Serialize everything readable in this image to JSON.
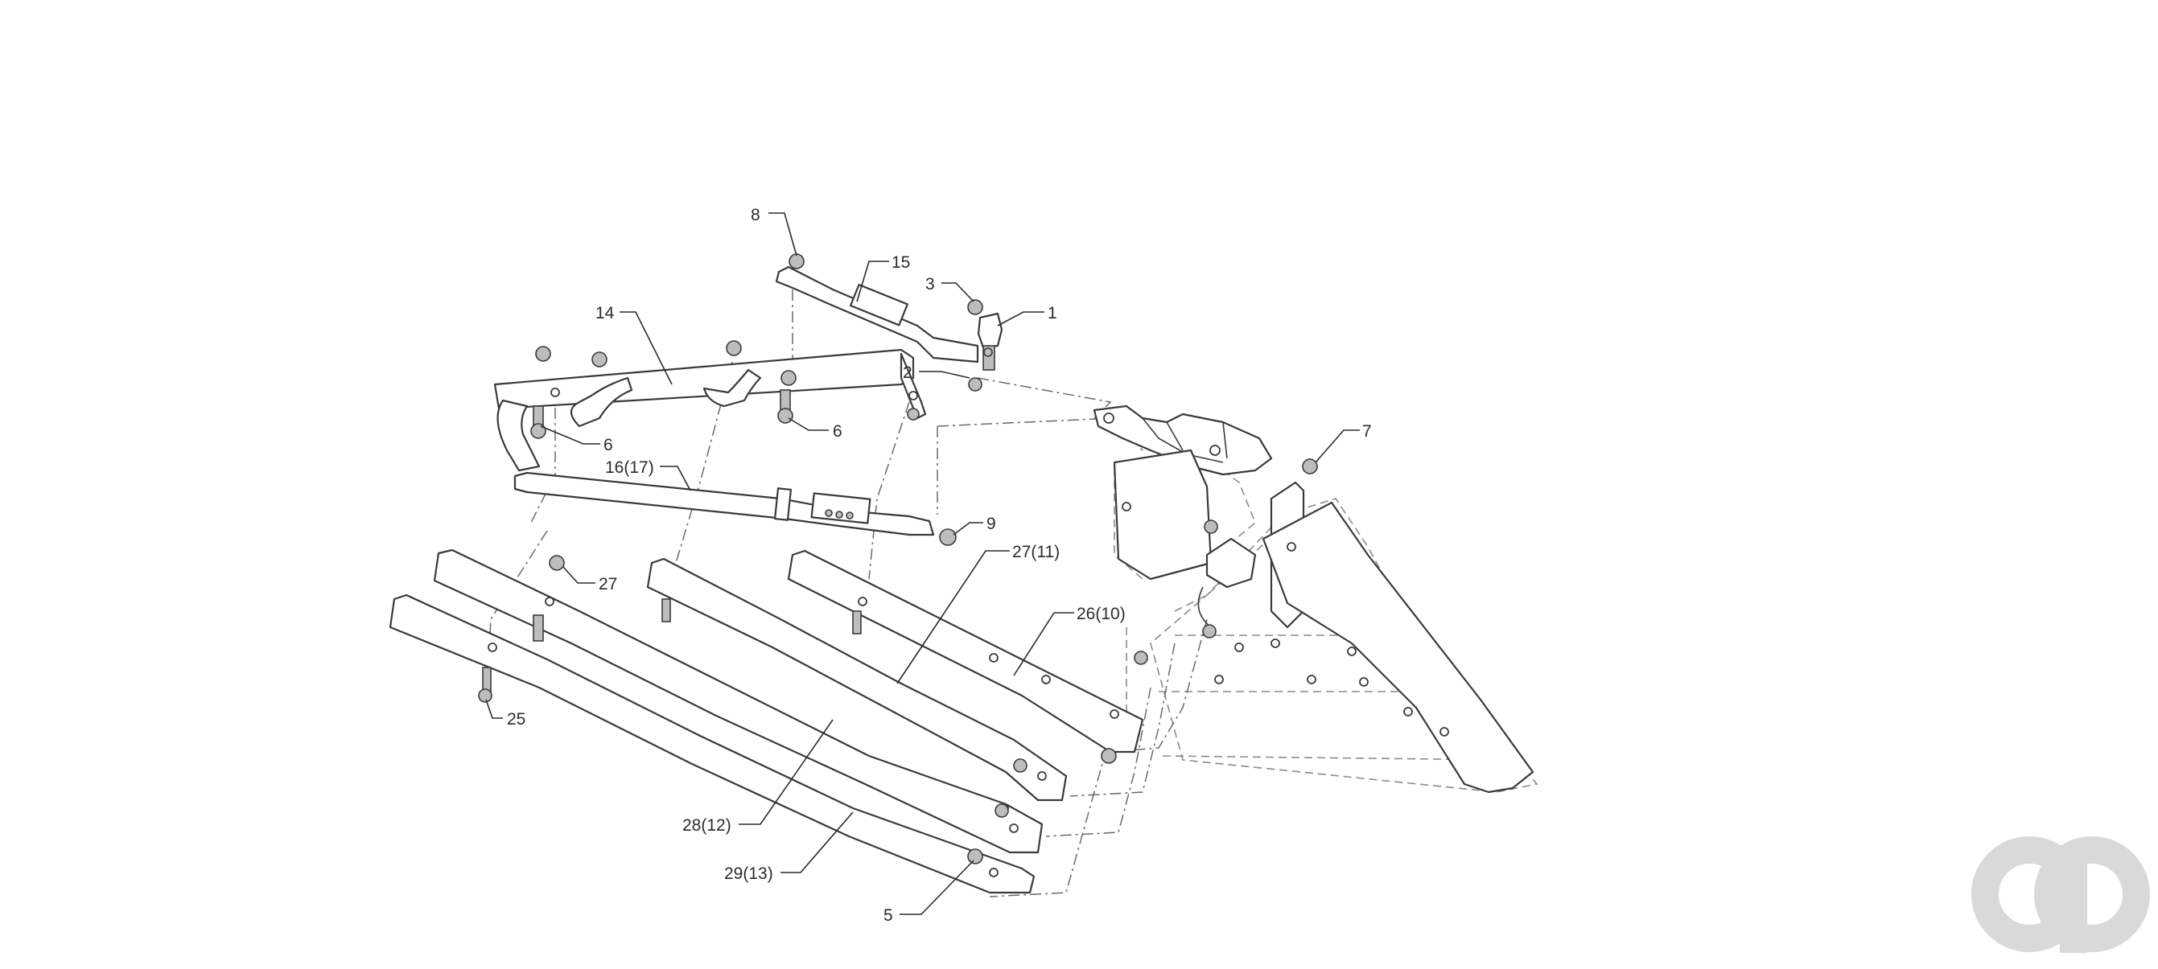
{
  "diagram": {
    "callouts": [
      {
        "id": "c-8",
        "text": "8"
      },
      {
        "id": "c-15",
        "text": "15"
      },
      {
        "id": "c-3",
        "text": "3"
      },
      {
        "id": "c-1",
        "text": "1"
      },
      {
        "id": "c-14",
        "text": "14"
      },
      {
        "id": "c-2",
        "text": "2"
      },
      {
        "id": "c-6a",
        "text": "6"
      },
      {
        "id": "c-6b",
        "text": "6"
      },
      {
        "id": "c-7",
        "text": "7"
      },
      {
        "id": "c-16",
        "text": "16(17)"
      },
      {
        "id": "c-9",
        "text": "9"
      },
      {
        "id": "c-27a",
        "text": "27(11)"
      },
      {
        "id": "c-27b",
        "text": "27"
      },
      {
        "id": "c-26",
        "text": "26(10)"
      },
      {
        "id": "c-25",
        "text": "25"
      },
      {
        "id": "c-28",
        "text": "28(12)"
      },
      {
        "id": "c-29",
        "text": "29(13)"
      },
      {
        "id": "c-5",
        "text": "5"
      }
    ]
  },
  "colors": {
    "line": "#3a3a3a",
    "phantom": "#8a8a8a",
    "watermark": "#d9d9d9"
  }
}
